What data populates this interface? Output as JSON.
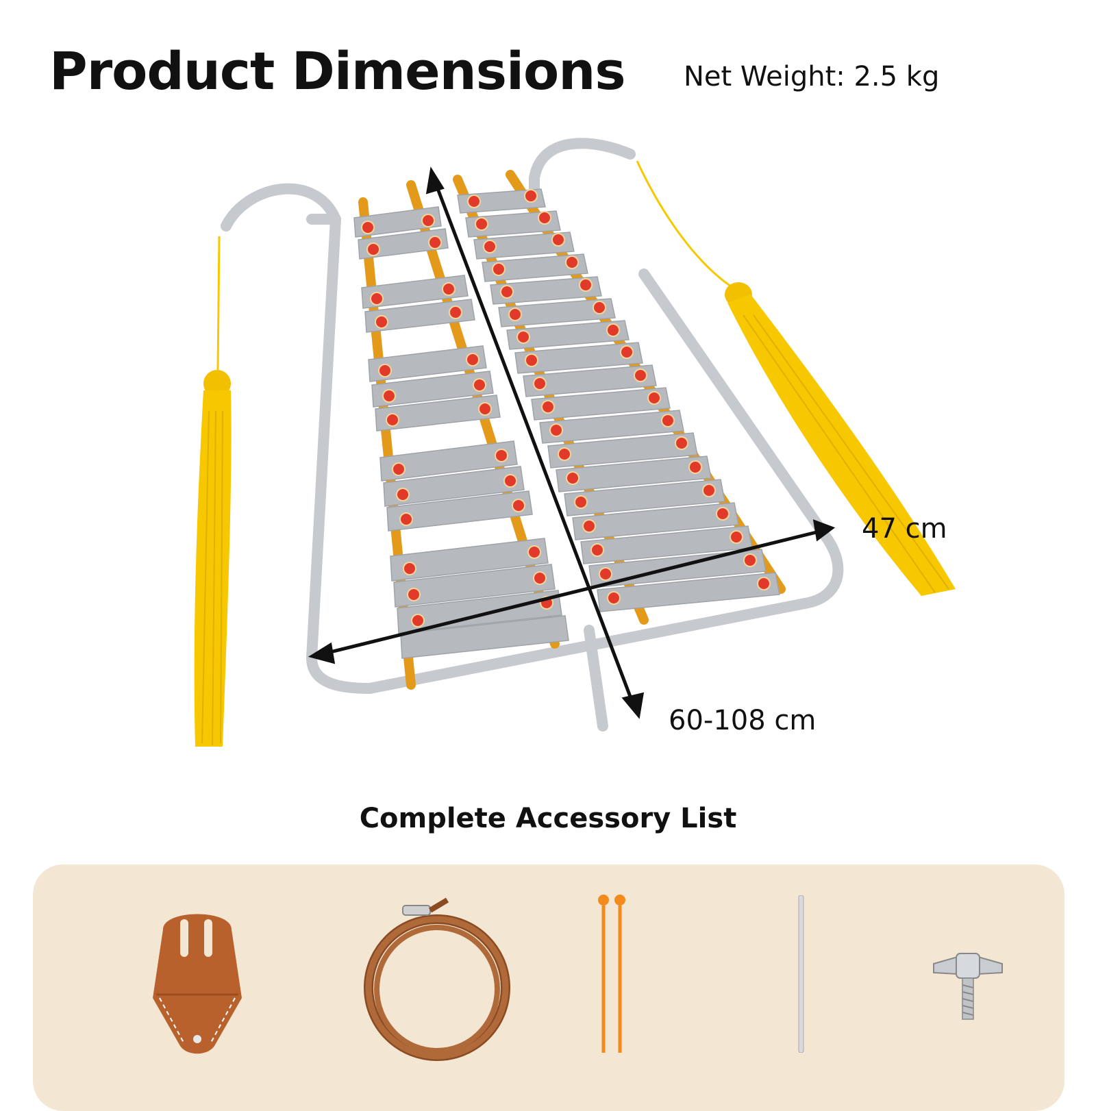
{
  "header": {
    "title": "Product Dimensions",
    "net_weight": "Net Weight: 2.5 kg"
  },
  "dimensions": {
    "width_label": "47 cm",
    "length_label": "60-108 cm"
  },
  "accessories": {
    "heading": "Complete Accessory List",
    "items": [
      "leather-holder-icon",
      "leather-strap-icon",
      "mallets-icon",
      "metal-rod-icon",
      "wing-screw-icon"
    ]
  },
  "colors": {
    "frame": "#c8ccd0",
    "bars": "#b4b8bd",
    "rails": "#e39a1b",
    "studs": "#e23a2a",
    "tassel": "#f7c800",
    "panel": "#f3e7d3",
    "leather": "#b9612c",
    "mallet": "#f28a1d"
  }
}
